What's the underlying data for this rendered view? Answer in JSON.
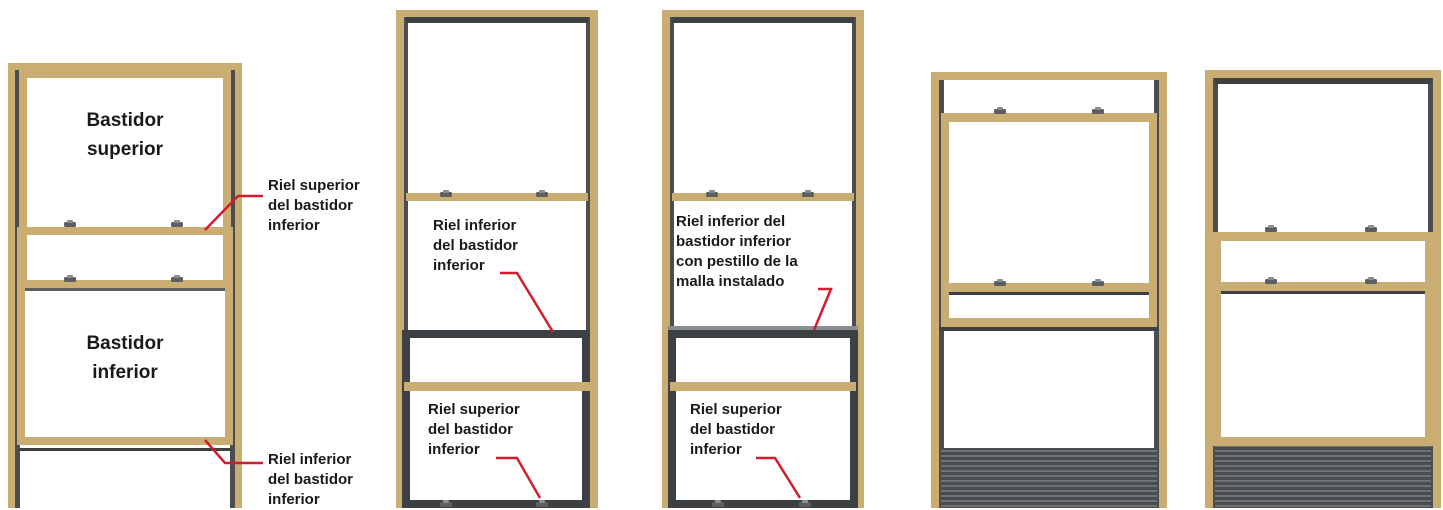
{
  "colors": {
    "frame": "#c9ad72",
    "frame_dark": "#a8905a",
    "dark_frame": "#3d4144",
    "leader_line": "#cf1f2e",
    "text": "#1a1a1a",
    "glass": "#ffffff"
  },
  "icons": {
    "sash_latch": "sash-lock-icon",
    "screen": "louvered-screen-icon"
  },
  "panel_1": {
    "upper_sash_label": "Bastidor\nsuperior",
    "lower_sash_label": "Bastidor\ninferior",
    "callout_top_rail": "Riel superior\ndel bastidor\ninferior",
    "callout_bottom_rail": "Riel inferior\ndel bastidor\ninferior"
  },
  "panel_2": {
    "callout_bottom_rail": "Riel inferior\ndel bastidor\ninferior",
    "callout_top_rail": "Riel superior\ndel bastidor\ninferior"
  },
  "panel_3": {
    "callout_bottom_rail_latch": "Riel inferior del\nbastidor inferior\ncon pestillo de la\nmalla instalado",
    "callout_top_rail": "Riel superior\ndel bastidor\ninferior"
  }
}
